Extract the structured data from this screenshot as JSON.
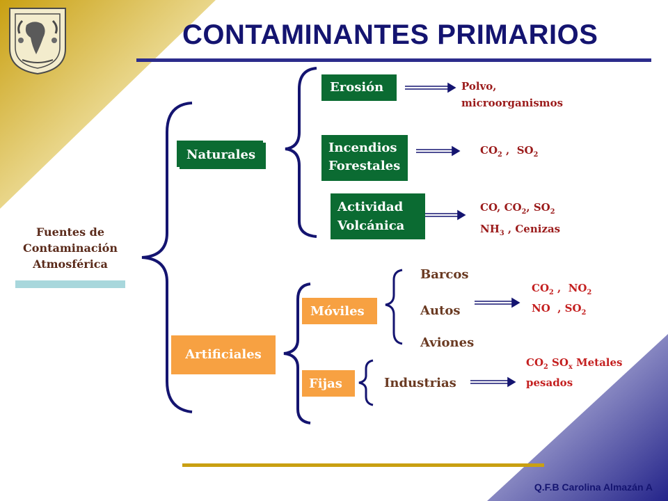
{
  "title": "CONTAMINANTES PRIMARIOS",
  "source": {
    "line1": "Fuentes de",
    "line2": "Contaminación",
    "line3": "Atmosférica"
  },
  "naturales": {
    "label": "Naturales"
  },
  "artificiales": {
    "label": "Artificiales"
  },
  "erosion": {
    "label": "Erosión",
    "result_line1": "Polvo,",
    "result_line2": "microorganismos"
  },
  "incendios": {
    "line1": "Incendios",
    "line2": "Forestales",
    "result": {
      "co": "CO",
      "co_sub": "2",
      "sep": " ,  SO",
      "so_sub": "2"
    }
  },
  "volcanica": {
    "line1": "Actividad",
    "line2": "Volcánica",
    "result": {
      "p1": "CO, CO",
      "s1": "2",
      "p2": ", SO",
      "s2": "2",
      "p3": "NH",
      "s3": "3",
      "p4": " , Cenizas"
    }
  },
  "moviles": {
    "label": "Móviles",
    "items": [
      "Barcos",
      "Autos",
      "Aviones"
    ],
    "result": {
      "p1": "CO",
      "s1": "2",
      "p2": " ,  NO",
      "s2": "2",
      "p3": "NO  , SO",
      "s3": "2"
    }
  },
  "fijas": {
    "label": "Fijas",
    "item": "Industrias",
    "result": {
      "p1": "CO",
      "s1": "2",
      "p2": " SO",
      "s2": "x",
      "p3": " Metales",
      "p4": "pesados"
    }
  },
  "author": "Q.F.B  Carolina Almazán A",
  "colors": {
    "title": "#141470",
    "green_box": "#0b6b32",
    "orange_box": "#f7a142",
    "result_text": "#9b1b1b",
    "gold": "#c9a012",
    "navy": "#2c2c8c"
  }
}
